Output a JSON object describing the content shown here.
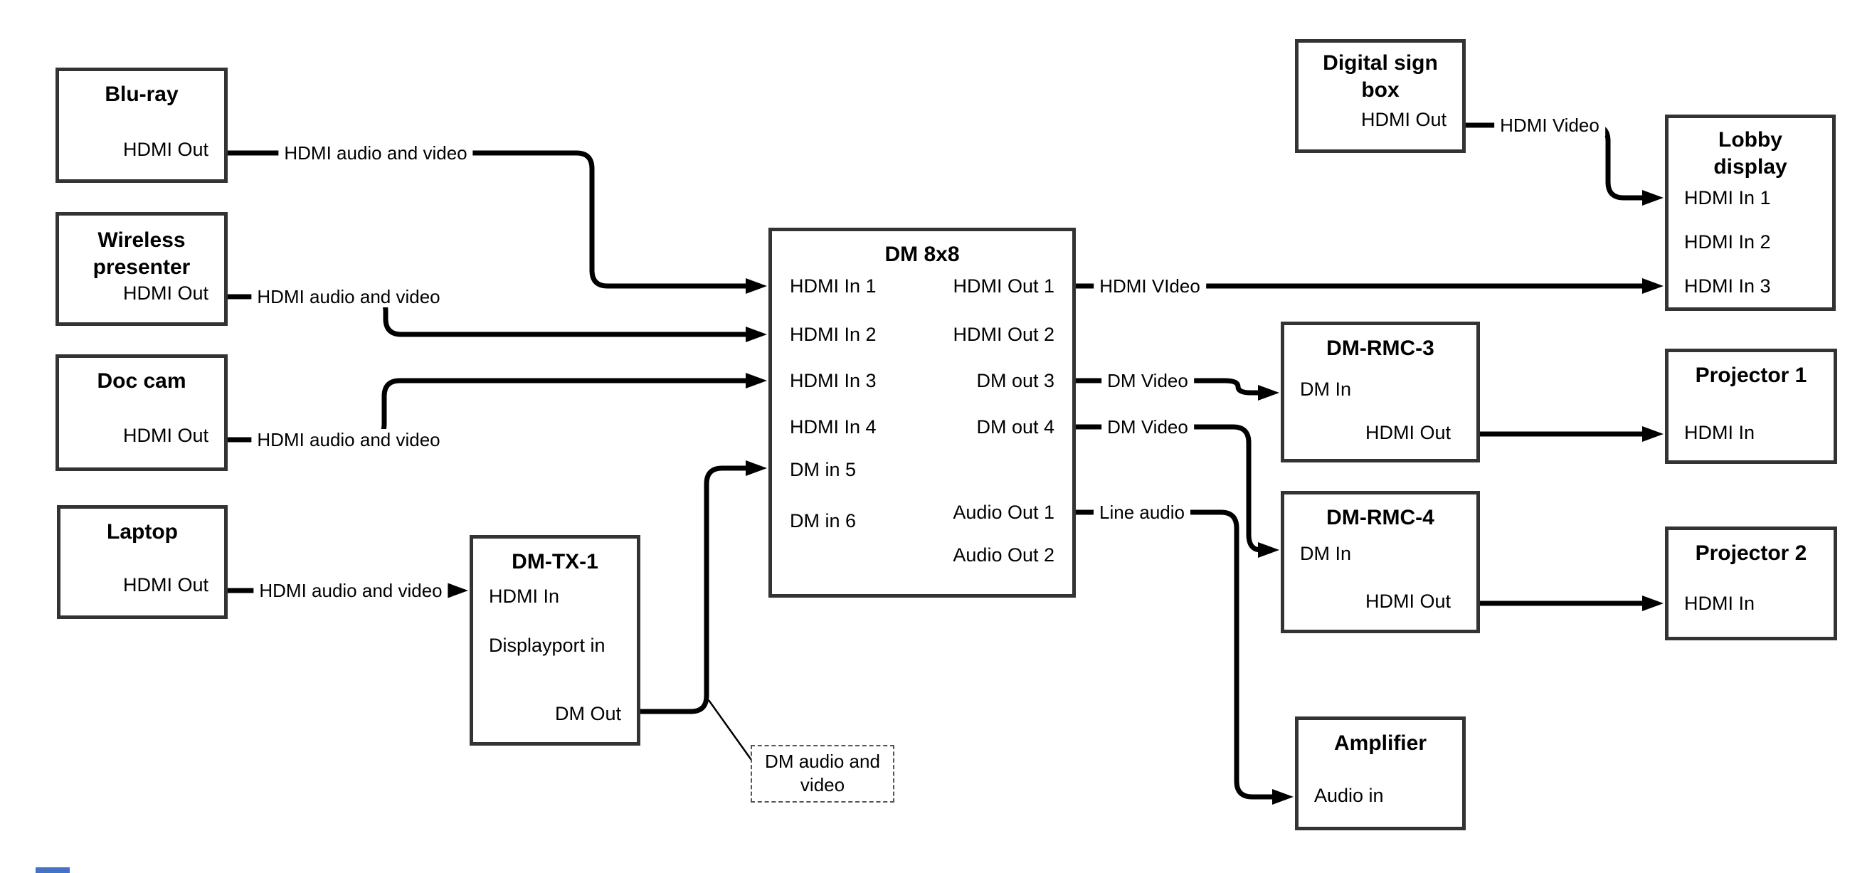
{
  "devices": {
    "bluray": {
      "title": "Blu-ray",
      "ports": [
        {
          "label": "HDMI Out",
          "side": "right"
        }
      ]
    },
    "wireless_presenter": {
      "title": "Wireless\npresenter",
      "ports": [
        {
          "label": "HDMI Out",
          "side": "right"
        }
      ]
    },
    "doc_cam": {
      "title": "Doc cam",
      "ports": [
        {
          "label": "HDMI Out",
          "side": "right"
        }
      ]
    },
    "laptop": {
      "title": "Laptop",
      "ports": [
        {
          "label": "HDMI Out",
          "side": "right"
        }
      ]
    },
    "dm_tx_1": {
      "title": "DM-TX-1",
      "ports": [
        {
          "label": "HDMI In",
          "side": "left"
        },
        {
          "label": "Displayport in",
          "side": "left"
        },
        {
          "label": "DM Out",
          "side": "right"
        }
      ]
    },
    "dm_8x8": {
      "title": "DM 8x8",
      "ports_in": [
        "HDMI In 1",
        "HDMI In 2",
        "HDMI In 3",
        "HDMI In 4",
        "DM in 5",
        "DM in 6"
      ],
      "ports_out": [
        "HDMI Out 1",
        "HDMI Out 2",
        "DM out 3",
        "DM out 4",
        "Audio Out 1",
        "Audio Out 2"
      ]
    },
    "digital_sign_box": {
      "title": "Digital sign\nbox",
      "ports": [
        {
          "label": "HDMI Out",
          "side": "right"
        }
      ]
    },
    "lobby_display": {
      "title": "Lobby\ndisplay",
      "ports": [
        {
          "label": "HDMI In 1",
          "side": "left"
        },
        {
          "label": "HDMI In 2",
          "side": "left"
        },
        {
          "label": "HDMI In 3",
          "side": "left"
        }
      ]
    },
    "dm_rmc_3": {
      "title": "DM-RMC-3",
      "ports": [
        {
          "label": "DM In",
          "side": "left"
        },
        {
          "label": "HDMI Out",
          "side": "right"
        }
      ]
    },
    "projector_1": {
      "title": "Projector 1",
      "ports": [
        {
          "label": "HDMI In",
          "side": "left"
        }
      ]
    },
    "dm_rmc_4": {
      "title": "DM-RMC-4",
      "ports": [
        {
          "label": "DM In",
          "side": "left"
        },
        {
          "label": "HDMI Out",
          "side": "right"
        }
      ]
    },
    "projector_2": {
      "title": "Projector 2",
      "ports": [
        {
          "label": "HDMI In",
          "side": "left"
        }
      ]
    },
    "amplifier": {
      "title": "Amplifier",
      "ports": [
        {
          "label": "Audio in",
          "side": "left"
        }
      ]
    }
  },
  "connections": [
    {
      "from": "Blu-ray HDMI Out",
      "to": "DM 8x8 HDMI In 1",
      "label": "HDMI audio and video"
    },
    {
      "from": "Wireless presenter HDMI Out",
      "to": "DM 8x8 HDMI In 2",
      "label": "HDMI audio and video"
    },
    {
      "from": "Doc cam HDMI Out",
      "to": "DM 8x8 HDMI In 3",
      "label": "HDMI audio and video"
    },
    {
      "from": "Laptop HDMI Out",
      "to": "DM-TX-1 HDMI In",
      "label": "HDMI audio and video"
    },
    {
      "from": "DM-TX-1 DM Out",
      "to": "DM 8x8 DM in 5",
      "label": ""
    },
    {
      "from": "DM 8x8 HDMI Out 1",
      "to": "Lobby display HDMI In 3",
      "label": "HDMI VIdeo"
    },
    {
      "from": "DM 8x8 DM out 3",
      "to": "DM-RMC-3 DM In",
      "label": "DM Video"
    },
    {
      "from": "DM 8x8 DM out 4",
      "to": "DM-RMC-4 DM In",
      "label": "DM Video"
    },
    {
      "from": "DM 8x8 Audio Out 1",
      "to": "Amplifier Audio in",
      "label": "Line audio"
    },
    {
      "from": "Digital sign box HDMI Out",
      "to": "Lobby display HDMI In 1",
      "label": "HDMI Video"
    },
    {
      "from": "DM-RMC-3 HDMI Out",
      "to": "Projector 1 HDMI In",
      "label": ""
    },
    {
      "from": "DM-RMC-4 HDMI Out",
      "to": "Projector 2 HDMI In",
      "label": ""
    }
  ],
  "annotation": {
    "text": "DM audio and\nvideo"
  },
  "colors": {
    "line": "#000000",
    "box_border": "#333333",
    "note_border": "#555555",
    "background": "#ffffff",
    "artifact_blue": "#4472c4"
  }
}
